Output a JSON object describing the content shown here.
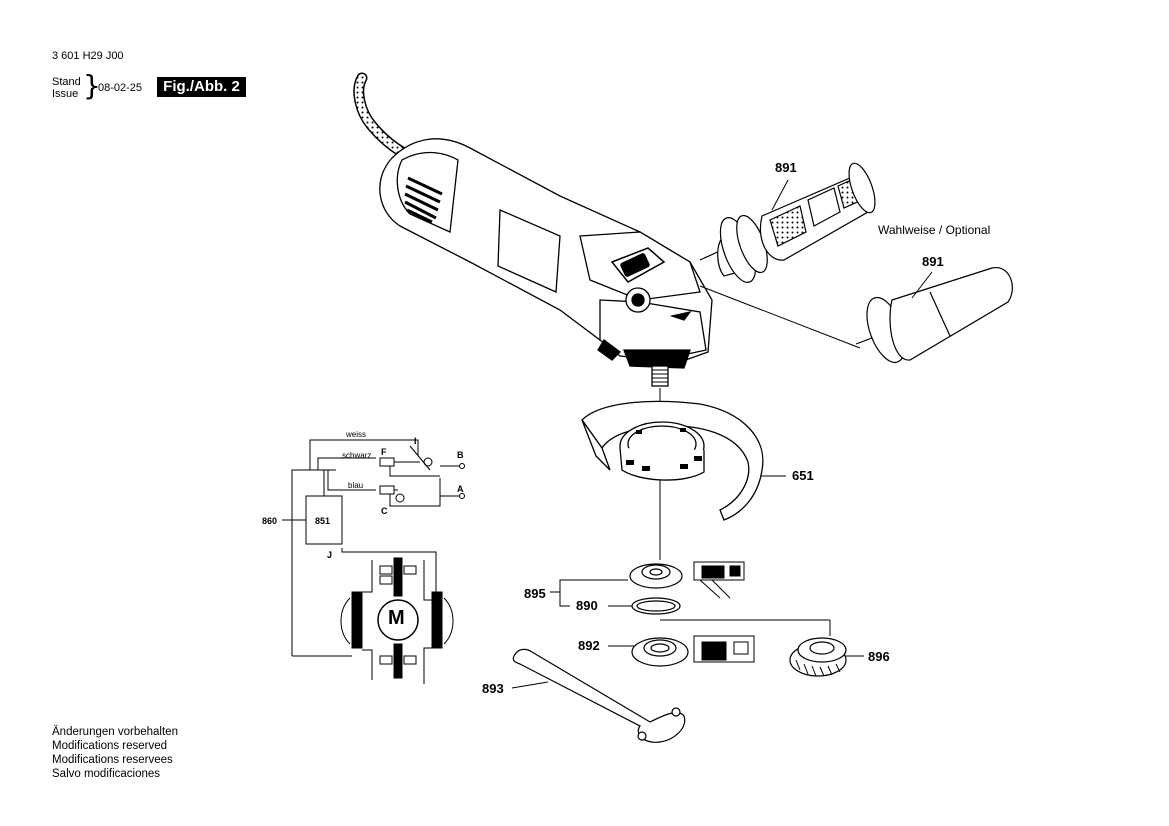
{
  "header": {
    "part_number": "3 601 H29 J00",
    "stand_label": "Stand",
    "issue_label": "Issue",
    "date": "08-02-25",
    "figure_label": "Fig./Abb. 2"
  },
  "callouts": {
    "handle_top": "891",
    "optional_note": "Wahlweise / Optional",
    "handle_bottom": "891",
    "guard": "651",
    "flange_group": "895",
    "o_ring": "890",
    "nut": "892",
    "quick_nut": "896",
    "spanner": "893"
  },
  "schematic": {
    "wire_white": "weiss",
    "wire_black": "schwarz",
    "wire_blue": "blau",
    "terminal_i": "I",
    "terminal_f": "F",
    "terminal_c": "C",
    "terminal_b": "B",
    "terminal_a": "A",
    "terminal_j": "J",
    "module": "851",
    "cable": "860",
    "motor": "M"
  },
  "footer": {
    "de": "Änderungen vorbehalten",
    "en": "Modifications reserved",
    "fr": "Modifications reservees",
    "es": "Salvo modificaciones"
  }
}
